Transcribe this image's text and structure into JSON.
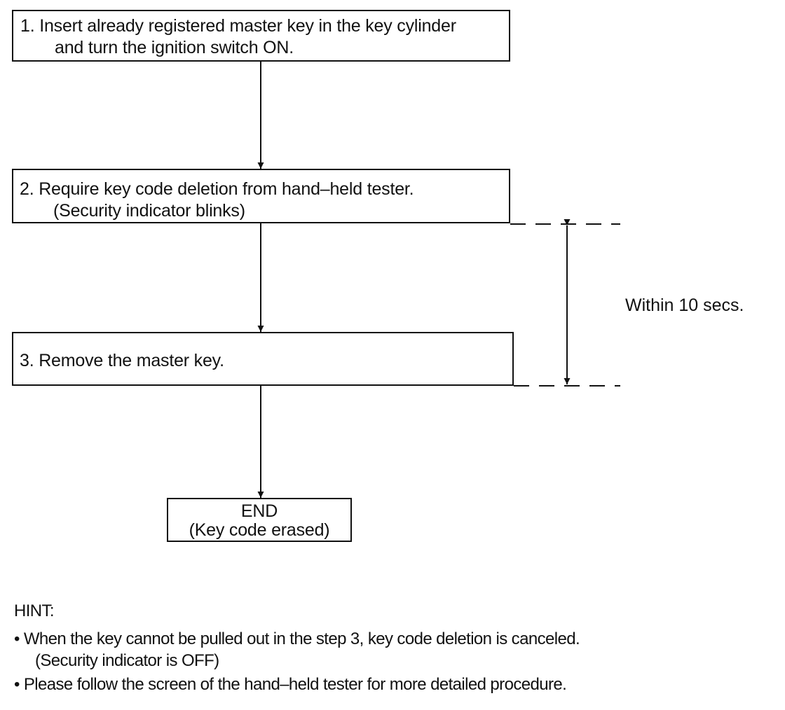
{
  "steps": [
    {
      "lines": [
        "1. Insert already registered master key in the key cylinder",
        "and turn the ignition switch ON."
      ]
    },
    {
      "lines": [
        "2.  Require key code deletion from hand–held tester.",
        "(Security indicator blinks)"
      ]
    },
    {
      "lines": [
        "3.  Remove the master key."
      ]
    }
  ],
  "end": {
    "title": "END",
    "subtitle": "(Key code erased)"
  },
  "timing": {
    "label": "Within 10 secs."
  },
  "hint": {
    "title": "HINT:",
    "items": [
      {
        "text": "• When the key cannot be pulled out in the step 3, key code deletion is canceled.",
        "continuation": "(Security indicator is OFF)"
      },
      {
        "text": "• Please follow the screen of the hand–held tester for more detailed procedure."
      }
    ]
  }
}
